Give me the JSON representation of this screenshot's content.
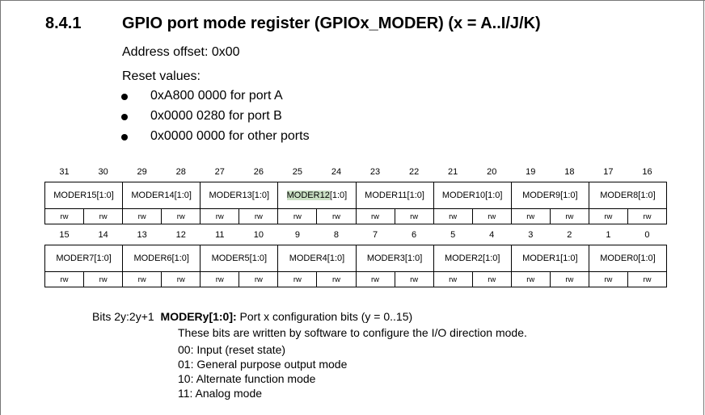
{
  "section": {
    "number": "8.4.1",
    "title": "GPIO port mode register (GPIOx_MODER) (x = A..I/J/K)"
  },
  "address_offset": "Address offset: 0x00",
  "reset_values_label": "Reset values:",
  "reset_values": [
    "0xA800 0000 for port A",
    "0x0000 0280 for port B",
    "0x0000 0000 for other ports"
  ],
  "register": {
    "upper_bit_numbers": [
      "31",
      "30",
      "29",
      "28",
      "27",
      "26",
      "25",
      "24",
      "23",
      "22",
      "21",
      "20",
      "19",
      "18",
      "17",
      "16"
    ],
    "upper_fields": [
      {
        "prefix": "MODER15",
        "suffix": "[1:0]"
      },
      {
        "prefix": "MODER14",
        "suffix": "[1:0]"
      },
      {
        "prefix": "MODER13",
        "suffix": "[1:0]"
      },
      {
        "prefix": "MODER12",
        "suffix": "[1:0]"
      },
      {
        "prefix": "MODER11",
        "suffix": "[1:0]"
      },
      {
        "prefix": "MODER10",
        "suffix": "[1:0]"
      },
      {
        "prefix": "MODER9",
        "suffix": "[1:0]"
      },
      {
        "prefix": "MODER8",
        "suffix": "[1:0]"
      }
    ],
    "upper_access": [
      "rw",
      "rw",
      "rw",
      "rw",
      "rw",
      "rw",
      "rw",
      "rw",
      "rw",
      "rw",
      "rw",
      "rw",
      "rw",
      "rw",
      "rw",
      "rw"
    ],
    "lower_bit_numbers": [
      "15",
      "14",
      "13",
      "12",
      "11",
      "10",
      "9",
      "8",
      "7",
      "6",
      "5",
      "4",
      "3",
      "2",
      "1",
      "0"
    ],
    "lower_fields": [
      {
        "prefix": "MODER7",
        "suffix": "[1:0]"
      },
      {
        "prefix": "MODER6",
        "suffix": "[1:0]"
      },
      {
        "prefix": "MODER5",
        "suffix": "[1:0]"
      },
      {
        "prefix": "MODER4",
        "suffix": "[1:0]"
      },
      {
        "prefix": "MODER3",
        "suffix": "[1:0]"
      },
      {
        "prefix": "MODER2",
        "suffix": "[1:0]"
      },
      {
        "prefix": "MODER1",
        "suffix": "[1:0]"
      },
      {
        "prefix": "MODER0",
        "suffix": "[1:0]"
      }
    ],
    "lower_access": [
      "rw",
      "rw",
      "rw",
      "rw",
      "rw",
      "rw",
      "rw",
      "rw",
      "rw",
      "rw",
      "rw",
      "rw",
      "rw",
      "rw",
      "rw",
      "rw"
    ],
    "highlight_color": "#c9dfc3"
  },
  "description": {
    "bits": "Bits 2y:2y+1",
    "field": "MODERy[1:0]:",
    "summary": " Port x configuration bits (y = 0..15)",
    "lines": [
      "These bits are written by software to configure the I/O direction mode.",
      "00: Input (reset state)",
      "01: General purpose output mode",
      "10: Alternate function mode",
      "11: Analog mode"
    ]
  }
}
